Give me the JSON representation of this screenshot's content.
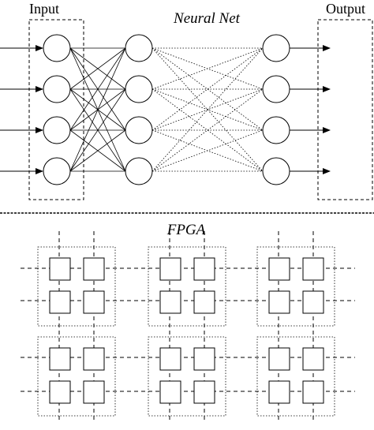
{
  "neural_net": {
    "title": "Neural Net",
    "input_label": "Input",
    "output_label": "Output",
    "layer_sizes": [
      4,
      4,
      4
    ],
    "dense_connections": "input-hidden1 solid, hidden1-hidden2 dotted, hidden2-output solid"
  },
  "fpga": {
    "title": "FPGA",
    "block_rows": 2,
    "block_cols": 3,
    "cells_per_block": [
      2,
      2
    ]
  }
}
